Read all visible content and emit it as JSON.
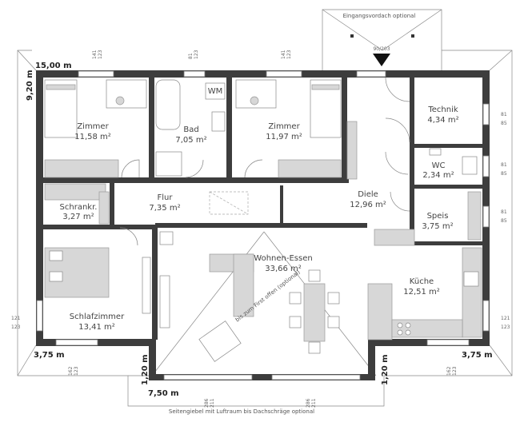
{
  "rooms": {
    "zimmer1": {
      "name": "Zimmer",
      "area": "11,58 m²"
    },
    "bad": {
      "name": "Bad",
      "area": "7,05 m²"
    },
    "wm": {
      "name": "WM"
    },
    "zimmer2": {
      "name": "Zimmer",
      "area": "11,97 m²"
    },
    "technik": {
      "name": "Technik",
      "area": "4,34 m²"
    },
    "wc": {
      "name": "WC",
      "area": "2,34 m²"
    },
    "schrank": {
      "name": "Schrankr.",
      "area": "3,27 m²"
    },
    "flur": {
      "name": "Flur",
      "area": "7,35 m²"
    },
    "diele": {
      "name": "Diele",
      "area": "12,96 m²"
    },
    "speis": {
      "name": "Speis",
      "area": "3,75 m²"
    },
    "wohnen": {
      "name": "Wohnen-Essen",
      "area": "33,66 m²"
    },
    "kueche": {
      "name": "Küche",
      "area": "12,51 m²"
    },
    "schlaf": {
      "name": "Schlafzimmer",
      "area": "13,41 m²"
    }
  },
  "annotations": {
    "eingangsvordach": "Eingangsvordach optional",
    "entrance_dim": "90/203",
    "seitengiebel": "Seitengiebel mit Luftraum bis Dachschräge optional",
    "first_offen": "bis zum First offen (optional)"
  },
  "dimensions": {
    "width_total": "15,00 m",
    "depth_total": "9,20 m",
    "left_bottom": "3,75 m",
    "right_bottom": "3,75 m",
    "center_bottom": "7,50 m",
    "left_recess": "1,20 m",
    "right_recess": "1,20 m"
  },
  "window_labels": {
    "top_left": [
      "141",
      "123"
    ],
    "top_bad": [
      "81",
      "123"
    ],
    "top_right": [
      "141",
      "123"
    ],
    "right_technik": [
      "81",
      "85"
    ],
    "right_wc": [
      "81",
      "85"
    ],
    "right_speis": [
      "81",
      "85"
    ],
    "left_schlaf": [
      "121",
      "123"
    ],
    "right_kueche": [
      "121",
      "123"
    ],
    "bottom_left": [
      "162",
      "123"
    ],
    "bottom_right": [
      "162",
      "123"
    ],
    "bottom_wohnen1": [
      "286",
      "211"
    ],
    "bottom_wohnen2": [
      "286",
      "211"
    ]
  }
}
